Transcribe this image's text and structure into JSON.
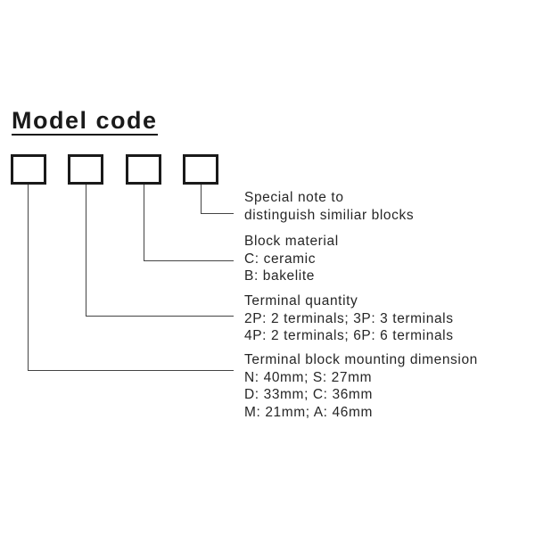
{
  "title": "Model code",
  "code_boxes": [
    "",
    "",
    "",
    ""
  ],
  "groups": [
    {
      "heading": "Special note to",
      "lines": [
        "distinguish similiar blocks"
      ]
    },
    {
      "heading": "Block material",
      "lines": [
        "C: ceramic",
        "B: bakelite"
      ]
    },
    {
      "heading": "Terminal quantity",
      "lines": [
        "2P: 2 terminals; 3P: 3 terminals",
        "4P: 2 terminals; 6P: 6 terminals"
      ]
    },
    {
      "heading": "Terminal block mounting dimension",
      "lines": [
        "N: 40mm; S: 27mm",
        "D: 33mm; C: 36mm",
        "M: 21mm; A: 46mm"
      ]
    }
  ]
}
